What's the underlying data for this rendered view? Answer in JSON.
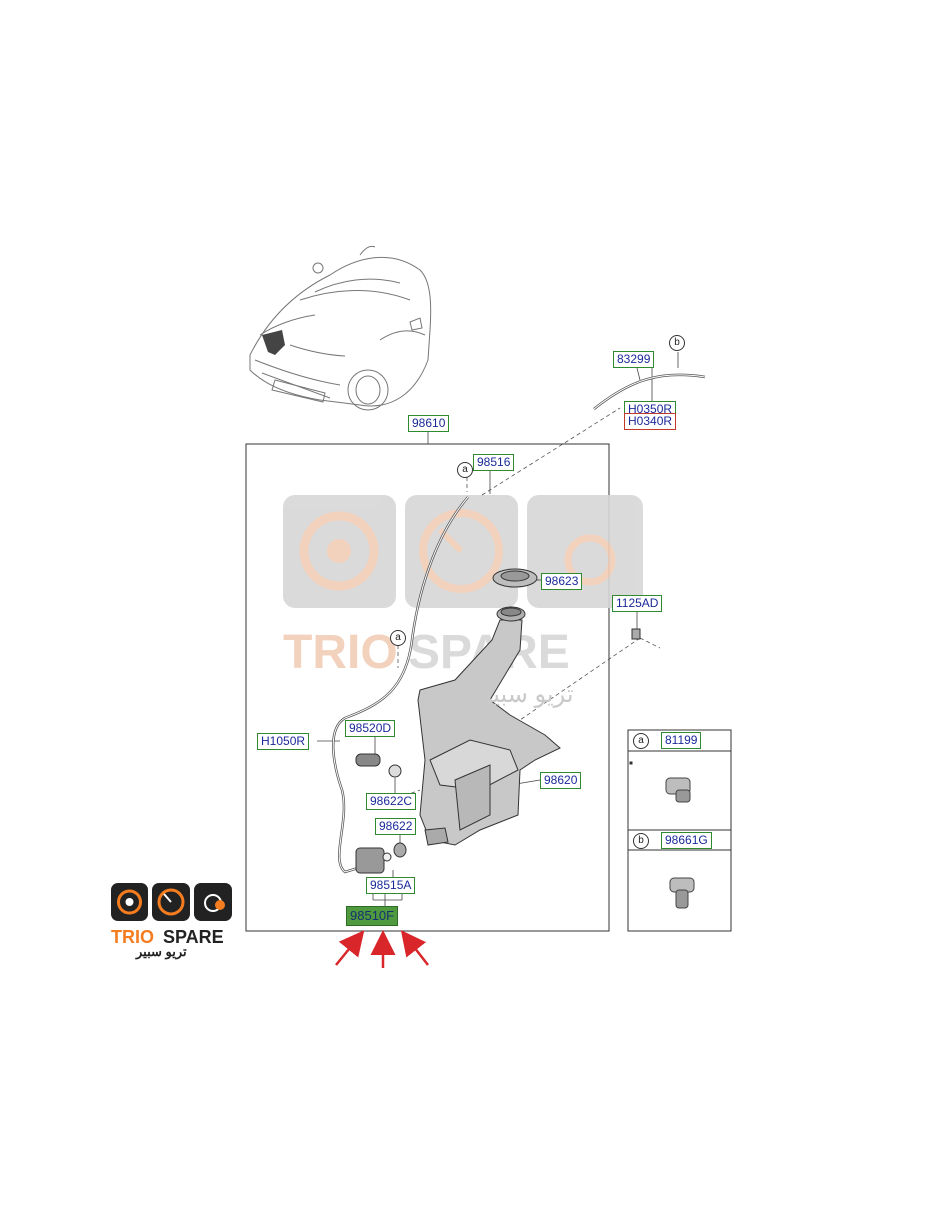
{
  "parts": {
    "p98610": "98610",
    "p83299": "83299",
    "pH0350R": "H0350R",
    "pH0340R": "H0340R",
    "p98516": "98516",
    "p98623": "98623",
    "p1125AD": "1125AD",
    "pH1050R": "H1050R",
    "p98520D": "98520D",
    "p98622C": "98622C",
    "p98622": "98622",
    "p98620": "98620",
    "p98515A": "98515A",
    "p98510F": "98510F"
  },
  "markers": {
    "a": "a",
    "b": "b"
  },
  "legend": {
    "row_a": {
      "marker": "a",
      "part": "81199"
    },
    "row_b": {
      "marker": "b",
      "part": "98661G"
    }
  },
  "watermark": {
    "brand": "TRIO SPARE",
    "arabic": "تريو سبير"
  },
  "logo": {
    "brand": "TRIO SPARE",
    "arabic": "تريو سبير"
  },
  "colors": {
    "label_border": "#2f8a2f",
    "label_text": "#1a2a9a",
    "highlight_fill": "#4f9a3f",
    "arrow_red": "#d9262b",
    "watermark_orange": "#f1cdb6",
    "watermark_gray": "#d7d7d7"
  }
}
